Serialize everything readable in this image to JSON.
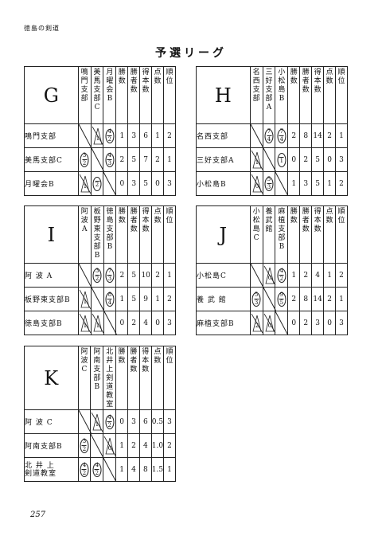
{
  "header": "徳島の剣道",
  "title": "予選リーグ",
  "page_number": "257",
  "leagues": [
    {
      "letter": "G",
      "cols": [
        {
          "chars": [
            "鳴",
            "門",
            "支",
            "部"
          ],
          "suffix": ""
        },
        {
          "chars": [
            "美",
            "馬",
            "支",
            "部"
          ],
          "suffix": "C"
        },
        {
          "chars": [
            "月",
            "曜",
            "会"
          ],
          "suffix": "B"
        }
      ],
      "stat_headers": [
        [
          "勝"
        ],
        [
          "勝",
          "者"
        ],
        [
          "得",
          "本"
        ],
        [
          "点"
        ],
        [
          "順"
        ]
      ],
      "stat_suffix": [
        "数",
        "数",
        "数",
        "数",
        "位"
      ],
      "rows": [
        {
          "name": "鳴門支部",
          "scores": [
            null,
            {
              "t": "tri",
              "n": "1"
            },
            {
              "t": "frac",
              "a": "4",
              "b": "2"
            }
          ],
          "stats": [
            "1",
            "3",
            "6",
            "1",
            "2"
          ]
        },
        {
          "name": "美馬支部C",
          "scores": [
            {
              "t": "frac",
              "a": "3",
              "b": "2"
            },
            null,
            {
              "t": "frac",
              "a": "4",
              "b": "3"
            }
          ],
          "stats": [
            "2",
            "5",
            "7",
            "2",
            "1"
          ]
        },
        {
          "name": "月曜会B",
          "scores": [
            {
              "t": "tri",
              "n": "1"
            },
            {
              "t": "frac",
              "a": "",
              "b": "2"
            },
            null
          ],
          "stats": [
            "0",
            "3",
            "5",
            "0",
            "3"
          ]
        }
      ]
    },
    {
      "letter": "H",
      "cols": [
        {
          "chars": [
            "名",
            "西",
            "支",
            "部"
          ],
          "suffix": ""
        },
        {
          "chars": [
            "三",
            "好",
            "支",
            "部"
          ],
          "suffix": "A"
        },
        {
          "chars": [
            "小",
            "松",
            "島"
          ],
          "suffix": "B"
        }
      ],
      "stat_headers": [
        [
          "勝"
        ],
        [
          "勝",
          "者"
        ],
        [
          "得",
          "本"
        ],
        [
          "点"
        ],
        [
          "順"
        ]
      ],
      "stat_suffix": [
        "数",
        "数",
        "数",
        "数",
        "位"
      ],
      "rows": [
        {
          "name": "名西支部",
          "scores": [
            null,
            {
              "t": "frac",
              "a": "7",
              "b": "4"
            },
            {
              "t": "frac",
              "a": "7",
              "b": "4"
            }
          ],
          "stats": [
            "2",
            "8",
            "14",
            "2",
            "1"
          ]
        },
        {
          "name": "三好支部A",
          "scores": [
            {
              "t": "tri",
              "n": "1"
            },
            null,
            {
              "t": "frac",
              "a": "",
              "b": "1"
            }
          ],
          "stats": [
            "0",
            "2",
            "5",
            "0",
            "3"
          ]
        },
        {
          "name": "小松島B",
          "scores": [
            {
              "t": "tri",
              "n": "0"
            },
            {
              "t": "frac",
              "a": "5",
              "b": "3"
            },
            null
          ],
          "stats": [
            "1",
            "3",
            "5",
            "1",
            "2"
          ]
        }
      ]
    },
    {
      "letter": "I",
      "cols": [
        {
          "chars": [
            "阿",
            "波"
          ],
          "suffix": "A"
        },
        {
          "chars": [
            "板",
            "野",
            "東",
            "支",
            "部"
          ],
          "suffix": "B"
        },
        {
          "chars": [
            "徳",
            "島",
            "支",
            "部"
          ],
          "suffix": "B"
        }
      ],
      "stat_headers": [
        [
          "勝"
        ],
        [
          "勝",
          "者"
        ],
        [
          "得",
          "本"
        ],
        [
          "点"
        ],
        [
          "順"
        ]
      ],
      "stat_suffix": [
        "数",
        "数",
        "数",
        "数",
        "位"
      ],
      "rows": [
        {
          "name": "阿 波 A",
          "scores": [
            null,
            {
              "t": "frac",
              "a": "3",
              "b": "2"
            },
            {
              "t": "frac",
              "a": "7",
              "b": "3"
            }
          ],
          "stats": [
            "2",
            "5",
            "10",
            "2",
            "1"
          ]
        },
        {
          "name": "板野東支部B",
          "scores": [
            {
              "t": "tri",
              "n": "1"
            },
            null,
            {
              "t": "frac",
              "a": "8",
              "b": "4"
            }
          ],
          "stats": [
            "1",
            "5",
            "9",
            "1",
            "2"
          ]
        },
        {
          "name": "徳島支部B",
          "scores": [
            {
              "t": "tri",
              "n": "1"
            },
            {
              "t": "tri",
              "n": "1"
            },
            null
          ],
          "stats": [
            "0",
            "2",
            "4",
            "0",
            "3"
          ]
        }
      ]
    },
    {
      "letter": "J",
      "cols": [
        {
          "chars": [
            "小",
            "松",
            "島"
          ],
          "suffix": "C"
        },
        {
          "chars": [
            "養",
            "武",
            "館"
          ],
          "suffix": ""
        },
        {
          "chars": [
            "麻",
            "植",
            "支",
            "部"
          ],
          "suffix": "B"
        }
      ],
      "stat_headers": [
        [
          "勝"
        ],
        [
          "勝",
          "者"
        ],
        [
          "得",
          "本"
        ],
        [
          "点"
        ],
        [
          "順"
        ]
      ],
      "stat_suffix": [
        "数",
        "数",
        "数",
        "数",
        "位"
      ],
      "rows": [
        {
          "name": "小松島C",
          "scores": [
            null,
            {
              "t": "tri",
              "n": "0"
            },
            {
              "t": "frac",
              "a": "4",
              "b": "2"
            }
          ],
          "stats": [
            "1",
            "2",
            "4",
            "1",
            "2"
          ]
        },
        {
          "name": "養 武 館",
          "scores": [
            {
              "t": "frac",
              "a": "5",
              "b": "3"
            },
            null,
            {
              "t": "frac",
              "a": "9",
              "b": "5"
            }
          ],
          "stats": [
            "2",
            "8",
            "14",
            "2",
            "1"
          ]
        },
        {
          "name": "麻植支部B",
          "scores": [
            {
              "t": "tri",
              "n": "2"
            },
            {
              "t": "tri",
              "n": "0"
            },
            null
          ],
          "stats": [
            "0",
            "2",
            "3",
            "0",
            "3"
          ]
        }
      ]
    },
    {
      "letter": "K",
      "cols": [
        {
          "chars": [
            "阿",
            "波"
          ],
          "suffix": "C"
        },
        {
          "chars": [
            "阿",
            "南",
            "支",
            "部"
          ],
          "suffix": "B"
        },
        {
          "chars": [
            "北",
            "井",
            "上",
            "剣",
            "道",
            "教",
            "室"
          ],
          "suffix": ""
        }
      ],
      "stat_headers": [
        [
          "勝"
        ],
        [
          "勝",
          "者"
        ],
        [
          "得",
          "本"
        ],
        [
          "点"
        ],
        [
          "順"
        ]
      ],
      "stat_suffix": [
        "数",
        "数",
        "数",
        "数",
        "位"
      ],
      "rows": [
        {
          "name": "阿 波 C",
          "scores": [
            null,
            {
              "t": "tri",
              "n": "1"
            },
            {
              "t": "frac",
              "a": "4",
              "b": "2"
            }
          ],
          "stats": [
            "0",
            "3",
            "6",
            "0.5",
            "3"
          ]
        },
        {
          "name": "阿南支部B",
          "scores": [
            {
              "t": "frac",
              "a": "3",
              "b": "2"
            },
            null,
            {
              "t": "tri",
              "n": "0"
            }
          ],
          "stats": [
            "1",
            "2",
            "4",
            "1.0",
            "2"
          ]
        },
        {
          "name": "北 井 上",
          "name2": "剣道教室",
          "scores": [
            {
              "t": "frac",
              "a": "4",
              "b": "2"
            },
            {
              "t": "frac",
              "a": "4",
              "b": "2"
            },
            null
          ],
          "stats": [
            "1",
            "4",
            "8",
            "1.5",
            "1"
          ]
        }
      ]
    }
  ]
}
